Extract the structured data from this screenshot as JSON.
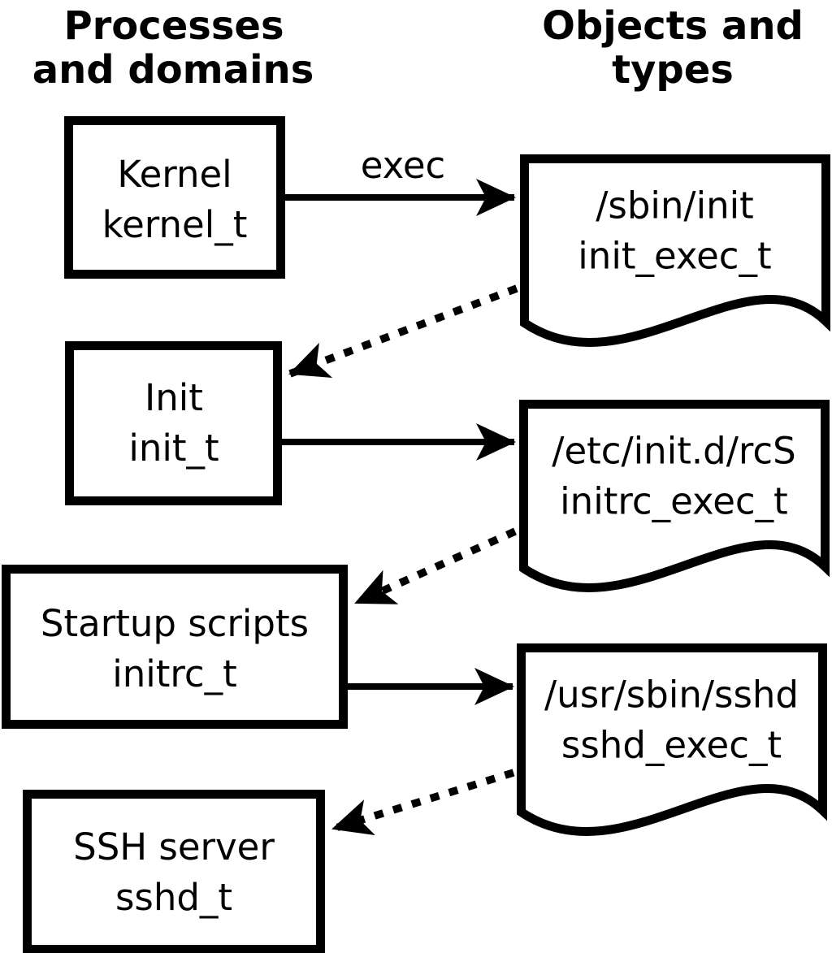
{
  "colors": {
    "ink": "#000000",
    "background": "#ffffff"
  },
  "headings": {
    "left": {
      "line1": "Processes",
      "line2": "and domains"
    },
    "right": {
      "line1": "Objects and",
      "line2": "types"
    }
  },
  "processes": [
    {
      "name": "Kernel",
      "domain": "kernel_t"
    },
    {
      "name": "Init",
      "domain": "init_t"
    },
    {
      "name": "Startup scripts",
      "domain": "initrc_t"
    },
    {
      "name": "SSH server",
      "domain": "sshd_t"
    }
  ],
  "objects": [
    {
      "path": "/sbin/init",
      "type": "init_exec_t"
    },
    {
      "path": "/etc/init.d/rcS",
      "type": "initrc_exec_t"
    },
    {
      "path": "/usr/sbin/sshd",
      "type": "sshd_exec_t"
    }
  ],
  "edges": {
    "exec_label": "exec",
    "solid": [
      {
        "from": "kernel_t",
        "to": "/sbin/init",
        "style": "solid",
        "label": "exec"
      },
      {
        "from": "init_t",
        "to": "/etc/init.d/rcS",
        "style": "solid",
        "label": ""
      },
      {
        "from": "initrc_t",
        "to": "/usr/sbin/sshd",
        "style": "solid",
        "label": ""
      }
    ],
    "dotted": [
      {
        "from": "/sbin/init",
        "to": "init_t",
        "style": "dotted"
      },
      {
        "from": "/etc/init.d/rcS",
        "to": "initrc_t",
        "style": "dotted"
      },
      {
        "from": "/usr/sbin/sshd",
        "to": "sshd_t",
        "style": "dotted"
      }
    ]
  }
}
